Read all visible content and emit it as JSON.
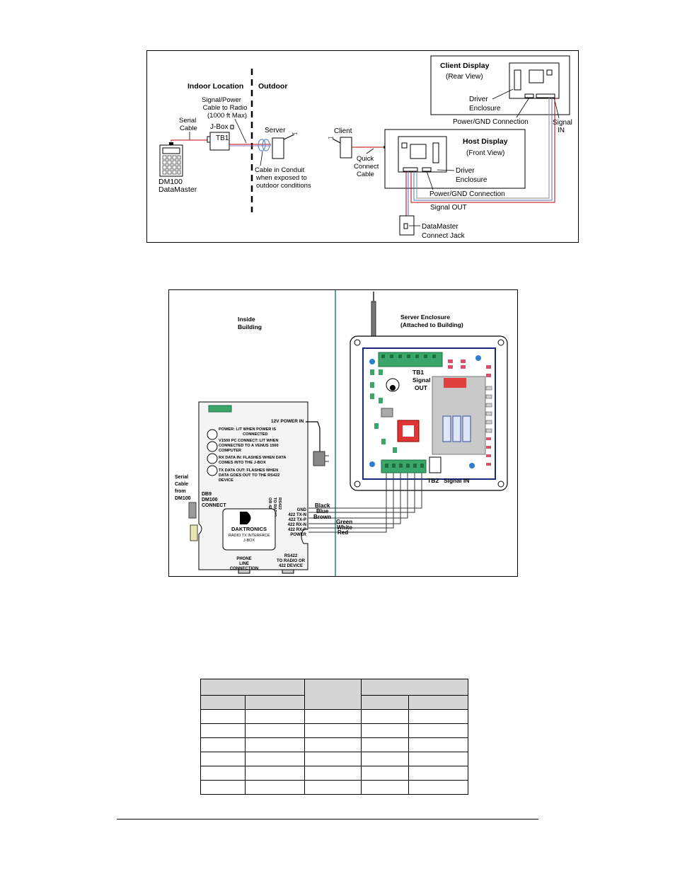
{
  "figure1": {
    "indoor_label": "Indoor Location",
    "outdoor_label": "Outdoor",
    "signal_power_cable": [
      "Signal/Power",
      "Cable to Radio",
      "(1000 ft Max)"
    ],
    "serial_cable": [
      "Serial",
      "Cable"
    ],
    "jbox": "J-Box",
    "tb1": "TB1",
    "datamaster": [
      "DM100",
      "DataMaster"
    ],
    "server": "Server",
    "conduit": [
      "Cable in Conduit",
      "when exposed to",
      "outdoor conditions"
    ],
    "client": "Client",
    "quick_connect": [
      "Quick",
      "Connect",
      "Cable"
    ],
    "client_display": "Client Display",
    "rear_view": "(Rear View)",
    "driver_enclosure_1": [
      "Driver",
      "Enclosure"
    ],
    "power_gnd_1": "Power/GND Connection",
    "signal_in": [
      "Signal",
      "IN"
    ],
    "host_display": "Host Display",
    "front_view": "(Front View)",
    "driver_enclosure_2": [
      "Driver",
      "Enclosure"
    ],
    "power_gnd_2": "Power/GND Connection",
    "signal_out": "Signal OUT",
    "connect_jack": [
      "DataMaster",
      "Connect Jack"
    ]
  },
  "figure2": {
    "inside_building": [
      "Inside",
      "Building"
    ],
    "server_enclosure": [
      "Server Enclosure",
      "(Attached to Building)"
    ],
    "tb1_signal_out": [
      "TB1",
      "Signal",
      "OUT"
    ],
    "tb2": "TB2",
    "signal_in": "Signal IN",
    "power_12v": "12V POWER IN",
    "led_labels": [
      [
        "POWER: LIT WHEN POWER IS",
        "CONNECTED"
      ],
      [
        "V1500 PC CONNECT: LIT WHEN",
        "CONNECTED TO A VENUS 1500",
        "COMPUTER"
      ],
      [
        "RX DATA IN: FLASHES WHEN DATA",
        "COMES INTO THE J-BOX"
      ],
      [
        "TX DATA OUT: FLASHES WHEN",
        "DATA GOES OUT TO THE RS422",
        "DEVICE"
      ]
    ],
    "serial_cable": [
      "Serial",
      "Cable",
      "from",
      "DM100"
    ],
    "db9": [
      "DB9",
      "DM100",
      "CONNECT"
    ],
    "rs422_vertical": [
      "RS422",
      "TO RADIO",
      "OR 422 DEVICE"
    ],
    "pins": [
      "GND",
      "422 TX-N",
      "422 TX-P",
      "422 RX-N",
      "422 RX-P",
      "POWER"
    ],
    "wire_colors": [
      "Black",
      "Blue",
      "Brown",
      "Green",
      "White",
      "Red"
    ],
    "brand": "DAKTRONICS",
    "brand_sub": [
      "RADIO TX INTERFACE",
      "J-BOX"
    ],
    "phone_line": [
      "PHONE",
      "LINE",
      "CONNECTION"
    ],
    "rs422_bottom": [
      "RS422",
      "TO RADIO OR",
      "422 DEVICE"
    ]
  },
  "table": {
    "rows": [
      [
        "",
        "",
        "",
        "",
        ""
      ],
      [
        "",
        "",
        "",
        "",
        ""
      ],
      [
        "",
        "",
        "",
        "",
        ""
      ],
      [
        "",
        "",
        "",
        "",
        ""
      ],
      [
        "",
        "",
        "",
        "",
        ""
      ],
      [
        "",
        "",
        "",
        "",
        ""
      ]
    ]
  }
}
